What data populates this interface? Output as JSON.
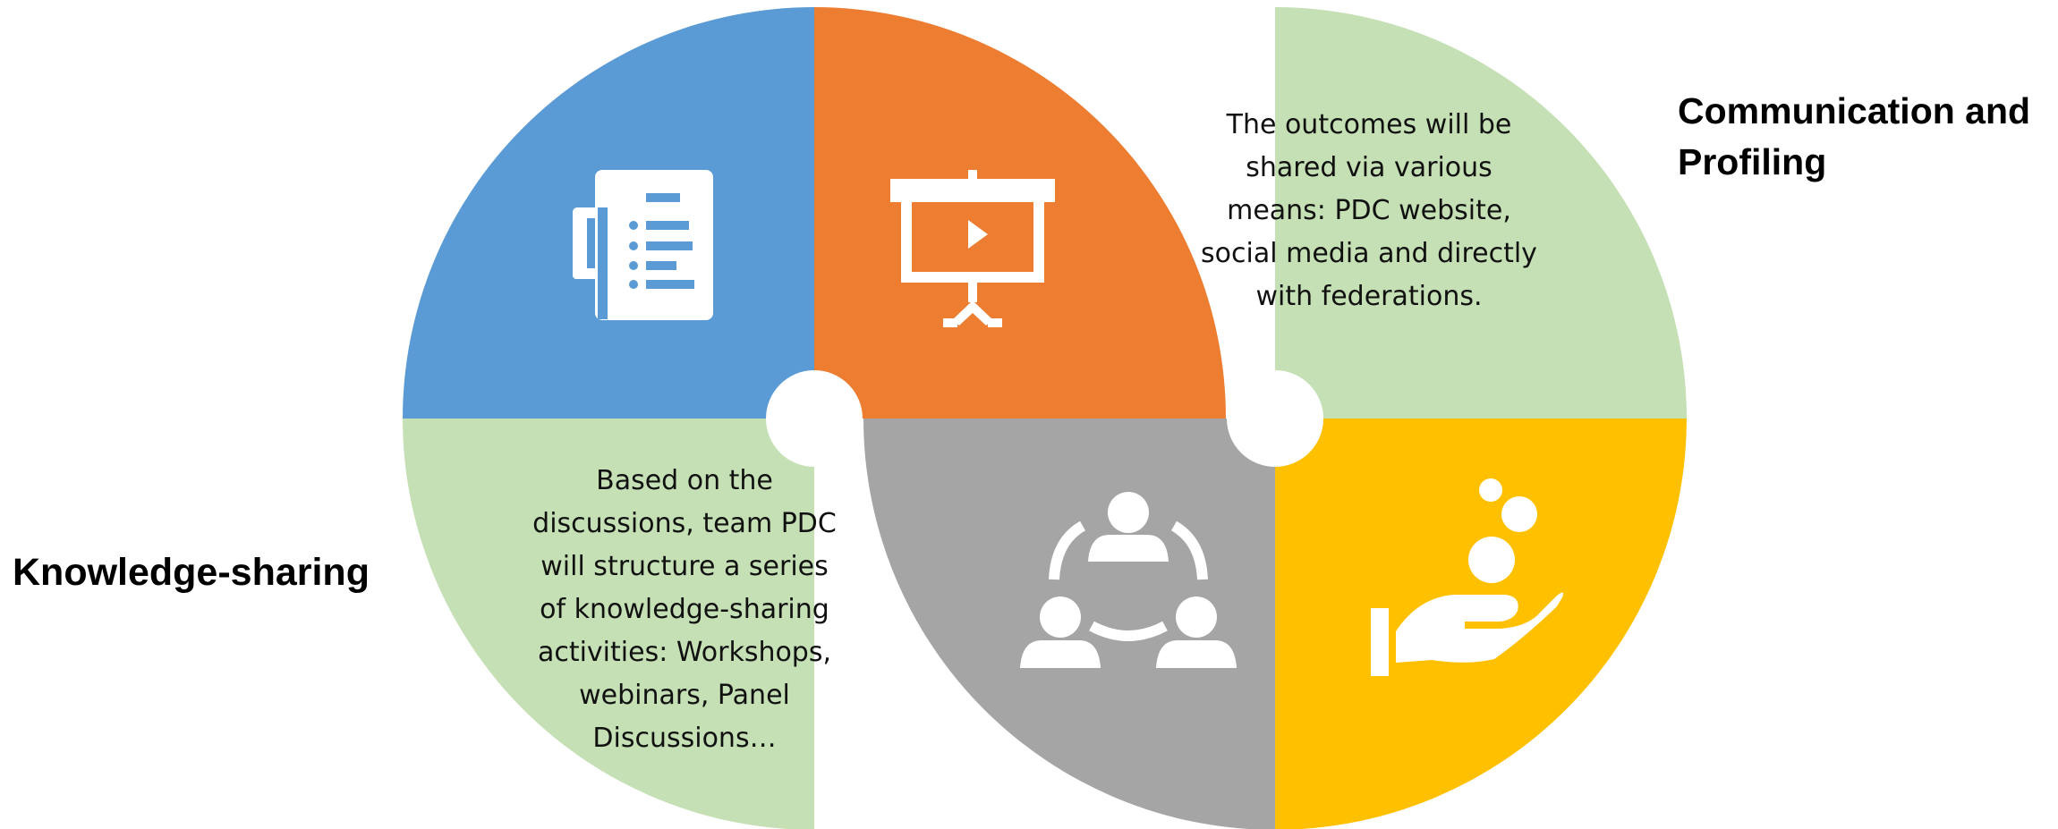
{
  "labels": {
    "communication": "Communication and Profiling",
    "knowledge": "Knowledge-sharing"
  },
  "descriptions": {
    "communication": "The outcomes will be shared via various means: PDC website, social media and directly with federations.",
    "knowledge": "Based on the discussions, team PDC will structure a series of knowledge-sharing activities: Workshops, webinars, Panel Discussions…"
  },
  "colors": {
    "blue": "#5b9bd5",
    "orange": "#ed7d31",
    "green": "#c5e0b4",
    "gray": "#a5a5a5",
    "gold": "#ffc000",
    "white": "#ffffff"
  },
  "icons": [
    "document-list-icon",
    "presentation-screen-icon",
    "team-collaboration-icon",
    "hand-coins-icon"
  ]
}
